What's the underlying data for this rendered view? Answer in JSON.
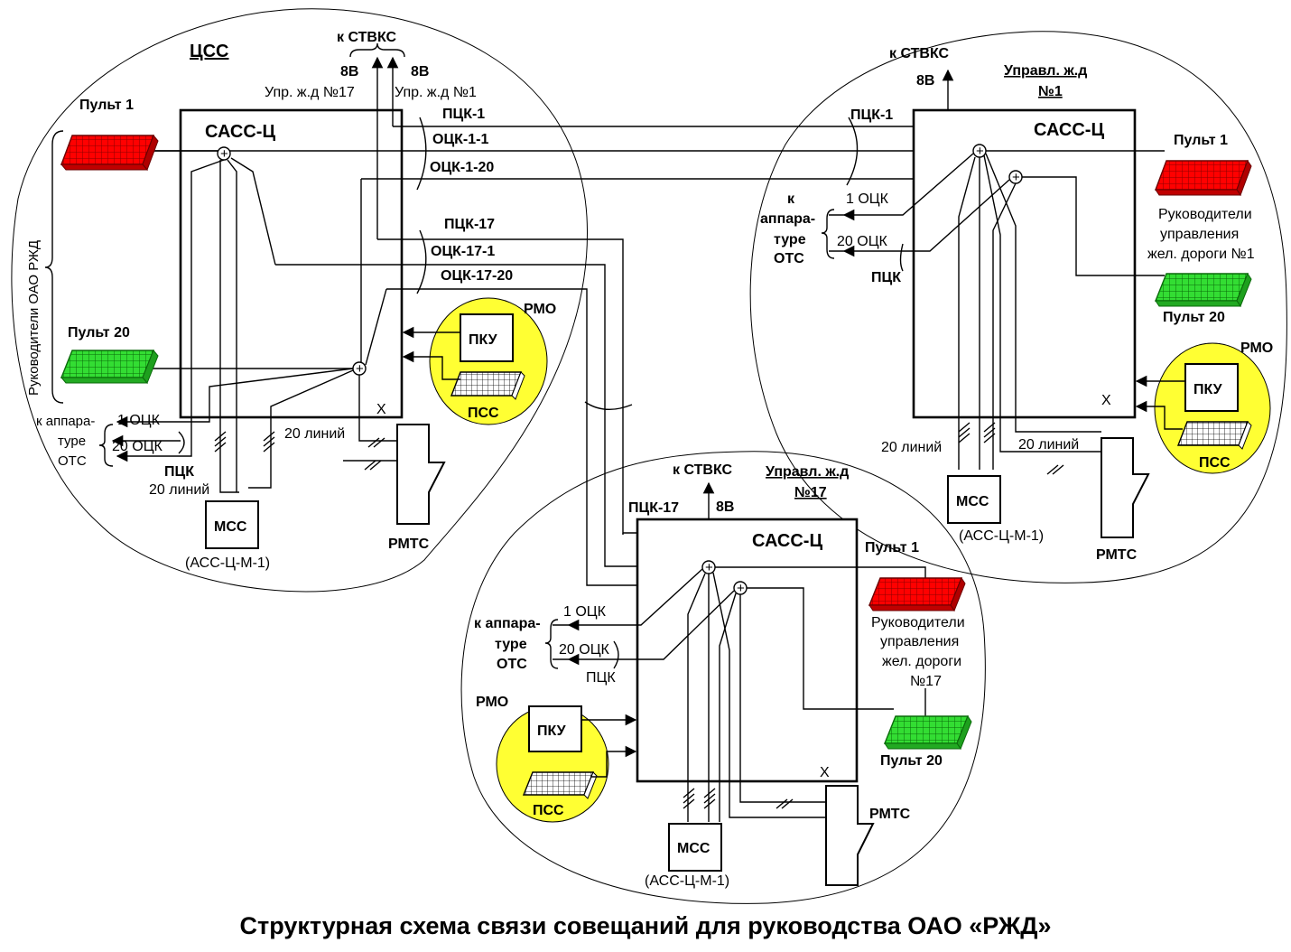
{
  "caption": "Структурная схема связи совещаний для руководства ОАО «РЖД»",
  "central": {
    "region_title": "ЦСС",
    "box_title": "САСС-Ц",
    "to_stvks": "к СТВКС",
    "bus_left": "8В",
    "bus_right": "8В",
    "rail17_label": "Упр. ж.д №17",
    "rail1_label": "Упр. ж.д №1",
    "channels": [
      "ПЦК-1",
      "ОЦК-1-1",
      "ОЦК-1-20",
      "ПЦК-17",
      "ОЦК-17-1",
      "ОЦК-17-20"
    ],
    "console1": "Пульт 1",
    "console20": "Пульт 20",
    "leaders": "Руководители ОАО РЖД",
    "ots_line1": "к аппара-",
    "ots_line2": "туре",
    "ots_line3": "ОТС",
    "ocs1": "1 ОЦК",
    "ocs20": "20 ОЦК",
    "pck": "ПЦК",
    "lines20_a": "20 линий",
    "lines20_b": "20 линий",
    "mss": "МСС",
    "mss_model": "(АСС-Ц-М-1)",
    "rmts": "РМТС",
    "rmo": "РМО",
    "pku": "ПКУ",
    "pss": "ПСС",
    "x_mark": "Х"
  },
  "rail1": {
    "to_stvks": "к СТВКС",
    "bus": "8В",
    "title_line1": "Управл. ж.д",
    "title_line2": "№1",
    "pck1": "ПЦК-1",
    "box_title": "САСС-Ц",
    "console1": "Пульт 1",
    "leaders1": "Руководители",
    "leaders2": "управления",
    "leaders3": "жел. дороги №1",
    "console20": "Пульт 20",
    "ots_line1": "к",
    "ots_line2": "аппара-",
    "ots_line3": "туре",
    "ots_line4": "ОТС",
    "ocs1": "1 ОЦК",
    "ocs20": "20 ОЦК",
    "pck": "ПЦК",
    "rmo": "РМО",
    "pku": "ПКУ",
    "pss": "ПСС",
    "lines20_a": "20 линий",
    "lines20_b": "20 линий",
    "mss": "МСС",
    "mss_model": "(АСС-Ц-М-1)",
    "rmts": "РМТС",
    "x_mark": "Х"
  },
  "rail17": {
    "to_stvks": "к СТВКС",
    "title_line1": "Управл. ж.д",
    "title_line2": "№17",
    "pck17": "ПЦК-17",
    "bus": "8В",
    "box_title": "САСС-Ц",
    "console1": "Пульт 1",
    "leaders1": "Руководители",
    "leaders2": "управления",
    "leaders3": "жел. дороги",
    "leaders4": "№17",
    "console20": "Пульт 20",
    "ots_line1": "к аппара-",
    "ots_line2": "туре",
    "ots_line3": "ОТС",
    "ocs1": "1 ОЦК",
    "ocs20": "20 ОЦК",
    "pck": "ПЦК",
    "rmo": "РМО",
    "pku": "ПКУ",
    "pss": "ПСС",
    "mss": "МСС",
    "mss_model": "(АСС-Ц-М-1)",
    "rmts": "РМТС",
    "x_mark": "Х"
  },
  "colors": {
    "console_red": "#ff0000",
    "console_green": "#33dd33",
    "rmo_fill": "#ffff33"
  }
}
